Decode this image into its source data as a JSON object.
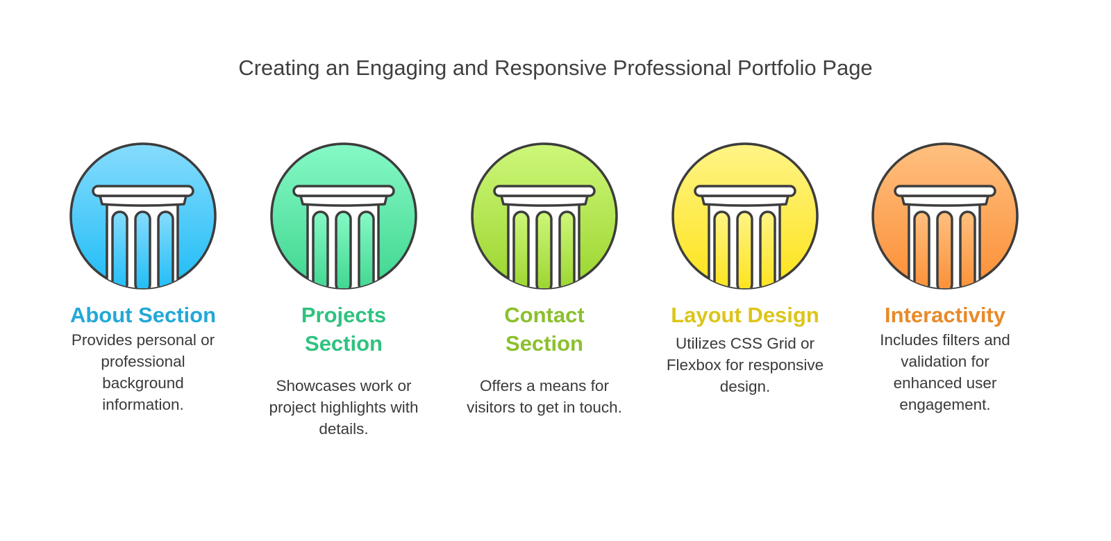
{
  "title": "Creating an Engaging and Responsive Professional Portfolio Page",
  "pillars": [
    {
      "icon": "pillar-icon",
      "title": "About Section",
      "description": "Provides personal or professional background information.",
      "color": "#22a8d8",
      "gradient": [
        "#86dcfd",
        "#1fbcf6"
      ]
    },
    {
      "icon": "pillar-icon",
      "title": "Projects Section",
      "description": "Showcases work or project highlights with details.",
      "color": "#2fc27f",
      "gradient": [
        "#86f9c6",
        "#3fd68f"
      ]
    },
    {
      "icon": "pillar-icon",
      "title": "Contact Section",
      "description": "Offers a means for visitors to get in touch.",
      "color": "#8bc02e",
      "gradient": [
        "#cdf77a",
        "#9bd52e"
      ]
    },
    {
      "icon": "pillar-icon",
      "title": "Layout Design",
      "description": "Utilizes CSS Grid or Flexbox for responsive design.",
      "color": "#dcc51a",
      "gradient": [
        "#fff487",
        "#fde31a"
      ]
    },
    {
      "icon": "pillar-icon",
      "title": "Interactivity",
      "description": "Includes filters and validation for enhanced user engagement.",
      "color": "#e88a2a",
      "gradient": [
        "#ffc080",
        "#fb8f36"
      ]
    }
  ]
}
